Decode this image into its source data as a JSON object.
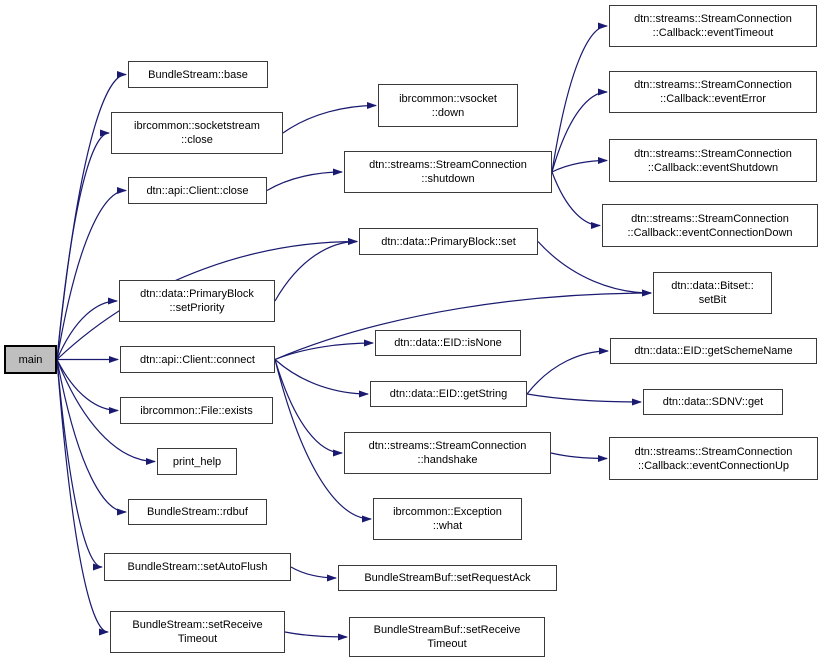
{
  "diagram": {
    "type": "call-graph",
    "root": "main",
    "colors": {
      "edge": "#1a1a70",
      "node_border": "#3a3a3a",
      "node_fill": "#ffffff",
      "root_fill": "#bfbfbf",
      "text": "#000000",
      "background": "#ffffff"
    }
  },
  "nodes": [
    {
      "id": "main",
      "label": "main"
    },
    {
      "id": "bs_base",
      "label": "BundleStream::base"
    },
    {
      "id": "ss_close",
      "label": "ibrcommon::socketstream\n::close"
    },
    {
      "id": "client_close",
      "label": "dtn::api::Client::close"
    },
    {
      "id": "pb_setPriority",
      "label": "dtn::data::PrimaryBlock\n::setPriority"
    },
    {
      "id": "client_connect",
      "label": "dtn::api::Client::connect"
    },
    {
      "id": "file_exists",
      "label": "ibrcommon::File::exists"
    },
    {
      "id": "print_help",
      "label": "print_help"
    },
    {
      "id": "bs_rdbuf",
      "label": "BundleStream::rdbuf"
    },
    {
      "id": "bs_setAutoFlush",
      "label": "BundleStream::setAutoFlush"
    },
    {
      "id": "bs_setReceiveTimeout",
      "label": "BundleStream::setReceive\nTimeout"
    },
    {
      "id": "vs_down",
      "label": "ibrcommon::vsocket\n::down"
    },
    {
      "id": "sc_shutdown",
      "label": "dtn::streams::StreamConnection\n::shutdown"
    },
    {
      "id": "pb_set",
      "label": "dtn::data::PrimaryBlock::set"
    },
    {
      "id": "eid_isNone",
      "label": "dtn::data::EID::isNone"
    },
    {
      "id": "eid_getString",
      "label": "dtn::data::EID::getString"
    },
    {
      "id": "sc_handshake",
      "label": "dtn::streams::StreamConnection\n::handshake"
    },
    {
      "id": "ex_what",
      "label": "ibrcommon::Exception\n::what"
    },
    {
      "id": "bsb_setRequestAck",
      "label": "BundleStreamBuf::setRequestAck"
    },
    {
      "id": "bsb_setReceiveTimeout",
      "label": "BundleStreamBuf::setReceive\nTimeout"
    },
    {
      "id": "cb_eventTimeout",
      "label": "dtn::streams::StreamConnection\n::Callback::eventTimeout"
    },
    {
      "id": "cb_eventError",
      "label": "dtn::streams::StreamConnection\n::Callback::eventError"
    },
    {
      "id": "cb_eventShutdown",
      "label": "dtn::streams::StreamConnection\n::Callback::eventShutdown"
    },
    {
      "id": "cb_eventConnectionDown",
      "label": "dtn::streams::StreamConnection\n::Callback::eventConnectionDown"
    },
    {
      "id": "bitset_setBit",
      "label": "dtn::data::Bitset::\nsetBit"
    },
    {
      "id": "eid_getSchemeName",
      "label": "dtn::data::EID::getSchemeName"
    },
    {
      "id": "sdnv_get",
      "label": "dtn::data::SDNV::get"
    },
    {
      "id": "cb_eventConnectionUp",
      "label": "dtn::streams::StreamConnection\n::Callback::eventConnectionUp"
    }
  ],
  "edges": [
    {
      "from": "main",
      "to": "bs_base"
    },
    {
      "from": "main",
      "to": "ss_close"
    },
    {
      "from": "main",
      "to": "client_close"
    },
    {
      "from": "main",
      "to": "pb_set"
    },
    {
      "from": "main",
      "to": "pb_setPriority"
    },
    {
      "from": "main",
      "to": "client_connect"
    },
    {
      "from": "main",
      "to": "file_exists"
    },
    {
      "from": "main",
      "to": "print_help"
    },
    {
      "from": "main",
      "to": "bs_rdbuf"
    },
    {
      "from": "main",
      "to": "bs_setAutoFlush"
    },
    {
      "from": "main",
      "to": "bs_setReceiveTimeout"
    },
    {
      "from": "ss_close",
      "to": "vs_down"
    },
    {
      "from": "client_close",
      "to": "sc_shutdown"
    },
    {
      "from": "sc_shutdown",
      "to": "cb_eventTimeout"
    },
    {
      "from": "sc_shutdown",
      "to": "cb_eventError"
    },
    {
      "from": "sc_shutdown",
      "to": "cb_eventShutdown"
    },
    {
      "from": "sc_shutdown",
      "to": "cb_eventConnectionDown"
    },
    {
      "from": "pb_setPriority",
      "to": "pb_set"
    },
    {
      "from": "pb_set",
      "to": "bitset_setBit"
    },
    {
      "from": "client_connect",
      "to": "bitset_setBit"
    },
    {
      "from": "client_connect",
      "to": "eid_isNone"
    },
    {
      "from": "client_connect",
      "to": "eid_getString"
    },
    {
      "from": "client_connect",
      "to": "sc_handshake"
    },
    {
      "from": "client_connect",
      "to": "ex_what"
    },
    {
      "from": "eid_getString",
      "to": "eid_getSchemeName"
    },
    {
      "from": "eid_getString",
      "to": "sdnv_get"
    },
    {
      "from": "sc_handshake",
      "to": "cb_eventConnectionUp"
    },
    {
      "from": "bs_setAutoFlush",
      "to": "bsb_setRequestAck"
    },
    {
      "from": "bs_setReceiveTimeout",
      "to": "bsb_setReceiveTimeout"
    }
  ]
}
